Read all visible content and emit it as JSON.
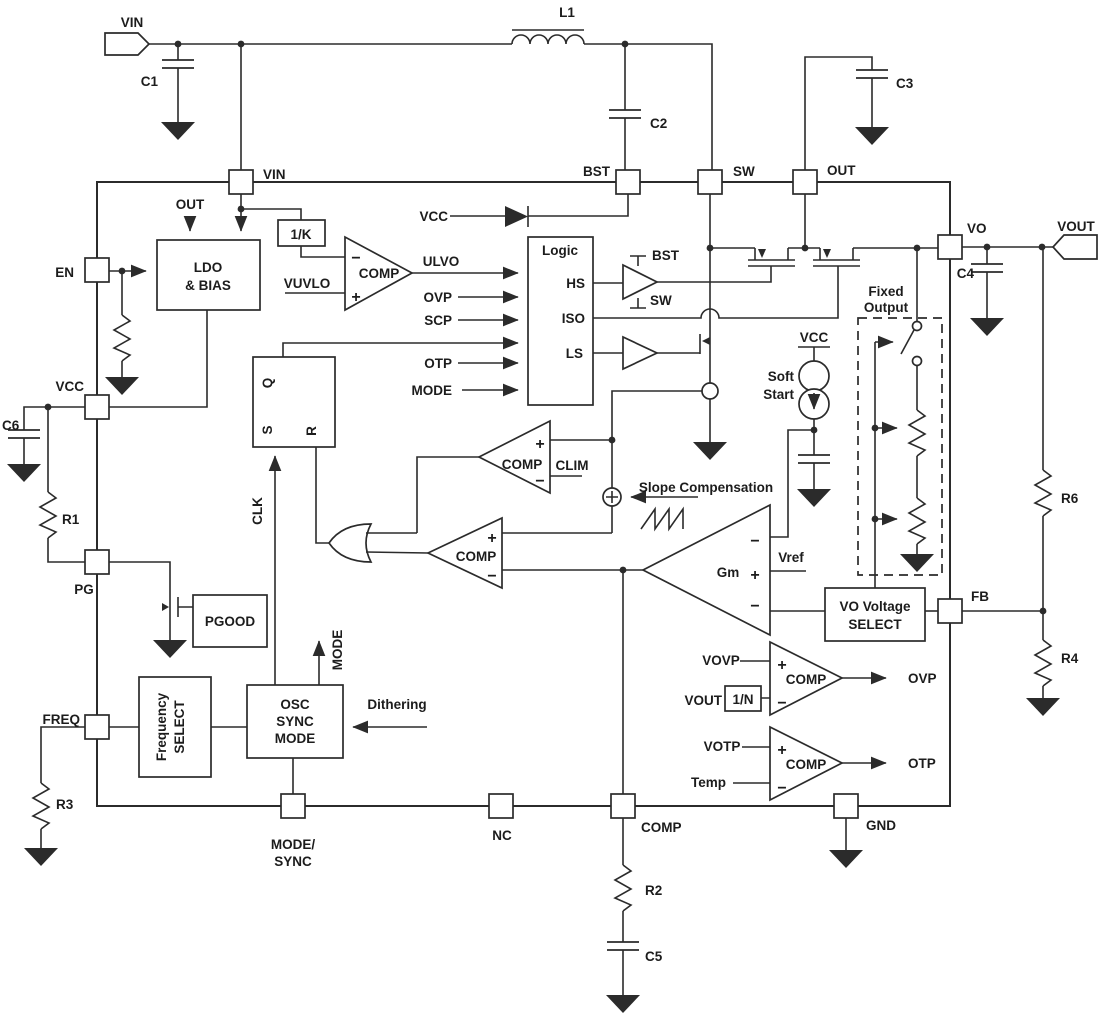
{
  "diagram": {
    "pads": {
      "vin": "VIN",
      "vout": "VOUT"
    },
    "pins": {
      "vin": "VIN",
      "bst": "BST",
      "sw": "SW",
      "out": "OUT",
      "vo": "VO",
      "fb": "FB",
      "en": "EN",
      "vcc": "VCC",
      "pg": "PG",
      "freq": "FREQ",
      "mode_sync_l1": "MODE/",
      "mode_sync_l2": "SYNC",
      "nc": "NC",
      "comp": "COMP",
      "gnd": "GND"
    },
    "passives": {
      "c1": "C1",
      "c2": "C2",
      "c3": "C3",
      "c4": "C4",
      "c5": "C5",
      "c6": "C6",
      "l1": "L1",
      "r1": "R1",
      "r2": "R2",
      "r3": "R3",
      "r4": "R4",
      "r6": "R6"
    },
    "blocks": {
      "ldo_l1": "LDO",
      "ldo_l2": "& BIAS",
      "k_block": "1/K",
      "logic_title": "Logic",
      "logic_hs": "HS",
      "logic_iso": "ISO",
      "logic_ls": "LS",
      "latch_q": "Q",
      "latch_s": "S",
      "latch_r": "R",
      "pgood": "PGOOD",
      "freq_sel_l1": "Frequency",
      "freq_sel_l2": "SELECT",
      "osc_l1": "OSC",
      "osc_l2": "SYNC",
      "osc_l3": "MODE",
      "vo_sel_l1": "VO Voltage",
      "vo_sel_l2": "SELECT",
      "n_block": "1/N"
    },
    "comparators": {
      "comp": "COMP",
      "plus": "+",
      "minus": "−",
      "gm": "Gm",
      "vref": "Vref",
      "clim": "CLIM"
    },
    "signals": {
      "out_arrow": "OUT",
      "vcc_diode": "VCC",
      "ulvo": "ULVO",
      "vuvlo": "VUVLO",
      "ovp_in": "OVP",
      "scp_in": "SCP",
      "otp_in": "OTP",
      "mode_in": "MODE",
      "drv_bst": "BST",
      "drv_sw": "SW",
      "clk": "CLK",
      "mode_up": "MODE",
      "dithering": "Dithering",
      "slope": "Slope Compensation",
      "soft_l1": "Soft",
      "soft_l2": "Start",
      "vcc_ss": "VCC",
      "fixed_l1": "Fixed",
      "fixed_l2": "Output",
      "vovp": "VOVP",
      "vout_div": "VOUT",
      "ovp_out": "OVP",
      "votp": "VOTP",
      "temp": "Temp",
      "otp_out": "OTP"
    }
  }
}
